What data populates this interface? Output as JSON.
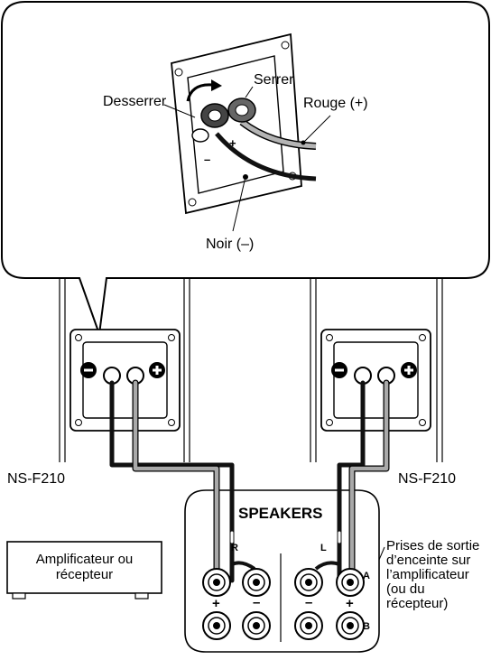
{
  "callout": {
    "loosen": "Desserrer",
    "tighten": "Serrer",
    "red": "Rouge (+)",
    "black": "Noir (–)",
    "plus_mark": "+",
    "minus_mark": "–"
  },
  "speakers": {
    "left_model": "NS-F210",
    "right_model": "NS-F210"
  },
  "amplifier": {
    "label": "Amplificateur ou récepteur"
  },
  "panel": {
    "title": "SPEAKERS",
    "channel_r": "R",
    "channel_l": "L",
    "row_a": "A",
    "row_b": "B",
    "plus": "+",
    "minus": "–"
  },
  "outputs_note": "Prises de sortie d’enceinte sur l’amplificateur (ou du récepteur)",
  "colors": {
    "black_wire": "#111111",
    "red_wire": "#a9a9a9",
    "line": "#000000"
  }
}
